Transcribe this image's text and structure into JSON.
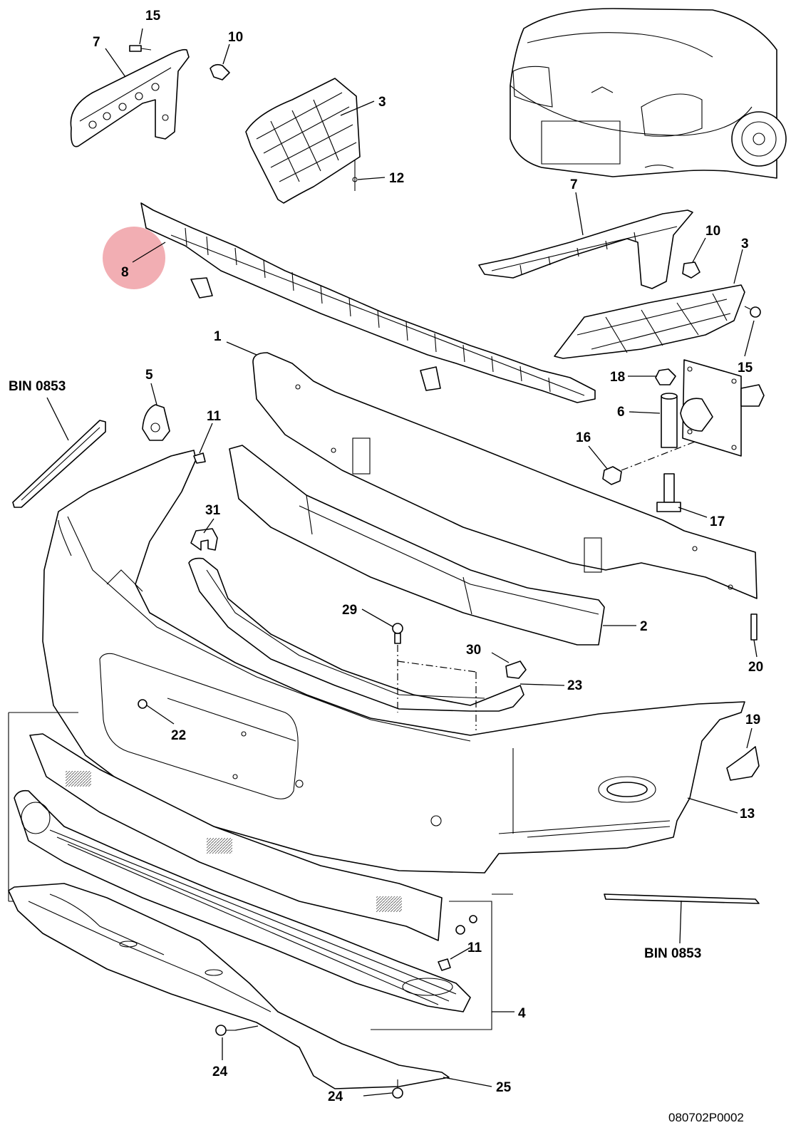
{
  "figure_id": "080702P0002",
  "highlight_color": "#f0a0a6",
  "callouts": {
    "c15a": "15",
    "c7a": "7",
    "c10a": "10",
    "c3a": "3",
    "c12": "12",
    "c7b": "7",
    "c10b": "10",
    "c3b": "3",
    "c8": "8",
    "c1": "1",
    "c18": "18",
    "c6": "6",
    "c15b": "15",
    "c5": "5",
    "c11a": "11",
    "c16": "16",
    "c17": "17",
    "c31": "31",
    "c29": "29",
    "c2": "2",
    "c20": "20",
    "c30": "30",
    "c23": "23",
    "c22": "22",
    "c19": "19",
    "c13": "13",
    "c11b": "11",
    "c4": "4",
    "c24a": "24",
    "c25": "25",
    "c24b": "24",
    "bin_a": "BIN 0853",
    "bin_b": "BIN 0853"
  }
}
